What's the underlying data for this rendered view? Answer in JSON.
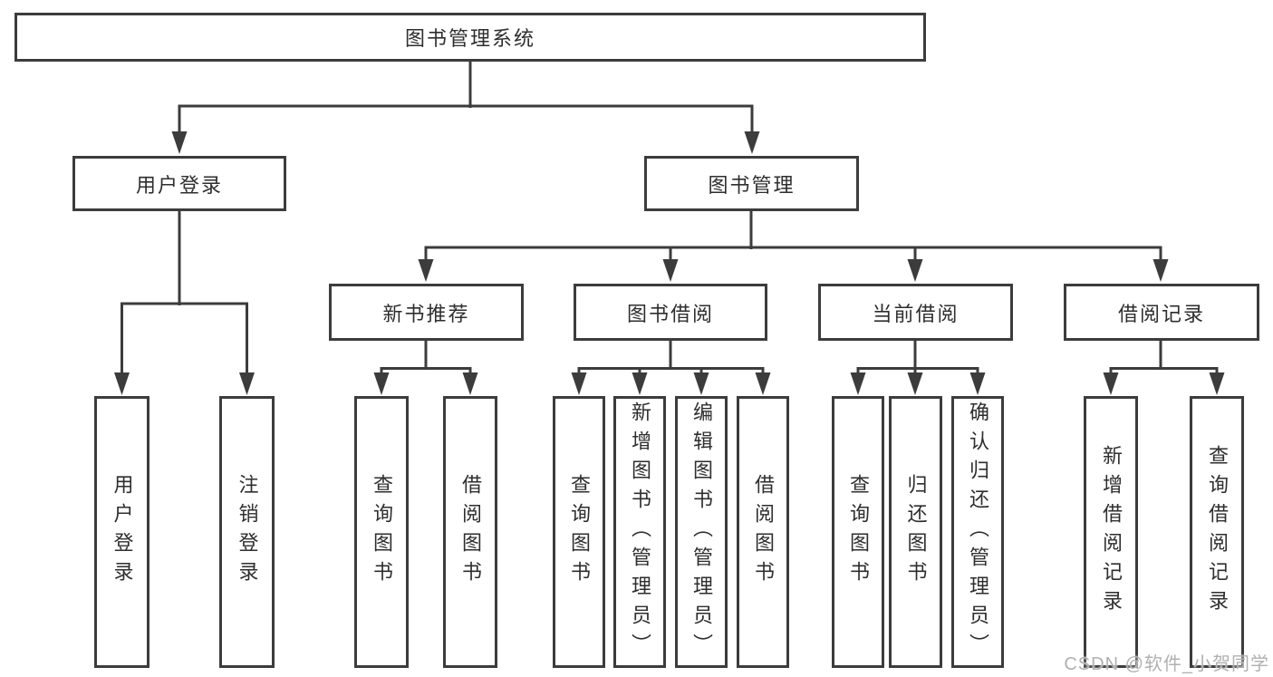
{
  "diagram_title": "图书管理系统",
  "watermark": "CSDN @软件_小贺同学",
  "colors": {
    "stroke": "#3c3c3c",
    "text": "#2e2e2e",
    "background": "#ffffff",
    "watermark": "#b0b0b0"
  },
  "tree": {
    "label": "图书管理系统",
    "children": [
      {
        "label": "用户登录",
        "children": [
          {
            "label": "用户登录"
          },
          {
            "label": "注销登录"
          }
        ]
      },
      {
        "label": "图书管理",
        "children": [
          {
            "label": "新书推荐",
            "children": [
              {
                "label": "查询图书"
              },
              {
                "label": "借阅图书"
              }
            ]
          },
          {
            "label": "图书借阅",
            "children": [
              {
                "label": "查询图书"
              },
              {
                "label": "新增图书（管理员）"
              },
              {
                "label": "编辑图书（管理员）"
              },
              {
                "label": "借阅图书"
              }
            ]
          },
          {
            "label": "当前借阅",
            "children": [
              {
                "label": "查询图书"
              },
              {
                "label": "归还图书"
              },
              {
                "label": "确认归还（管理员）"
              }
            ]
          },
          {
            "label": "借阅记录",
            "children": [
              {
                "label": "新增借阅记录"
              },
              {
                "label": "查询借阅记录"
              }
            ]
          }
        ]
      }
    ]
  }
}
